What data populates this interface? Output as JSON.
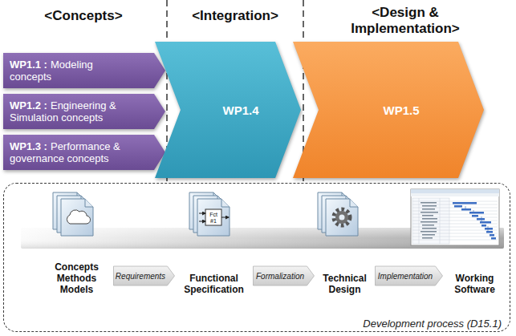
{
  "diagram": {
    "nodes": [
      {
        "text": [
          "WP1.1 :",
          "Modeling concepts"
        ]
      },
      {
        "text": [
          "WP1.2 :",
          "Engineering & Simulation concepts"
        ]
      },
      {
        "text": [
          "WP1.3 :",
          "Performance & governance concepts"
        ]
      },
      {
        "text": [
          "WP1.4"
        ]
      },
      {
        "text": [
          "WP1.5"
        ]
      },
      {
        "text": [
          "Development process (D15.1)"
        ]
      },
      {
        "text": [
          "Concepts Methods Models"
        ],
        "in": 5
      },
      {
        "text": [
          "Functional Specification"
        ],
        "in": 5
      },
      {
        "text": [
          "Technical Design"
        ],
        "in": 5
      },
      {
        "text": [
          "Working Software"
        ],
        "in": 5
      }
    ],
    "edges": [
      {
        "from": 6,
        "to": 7,
        "arrow": "to",
        "label": "Requirements"
      },
      {
        "from": 7,
        "to": 8,
        "arrow": "to",
        "label": "Formalization"
      },
      {
        "from": 8,
        "to": 9,
        "arrow": "to",
        "label": "Implementation"
      }
    ],
    "labels": [
      "<Concepts>",
      "<Integration>",
      "<Design & Implementation>",
      "Fct #1"
    ]
  }
}
